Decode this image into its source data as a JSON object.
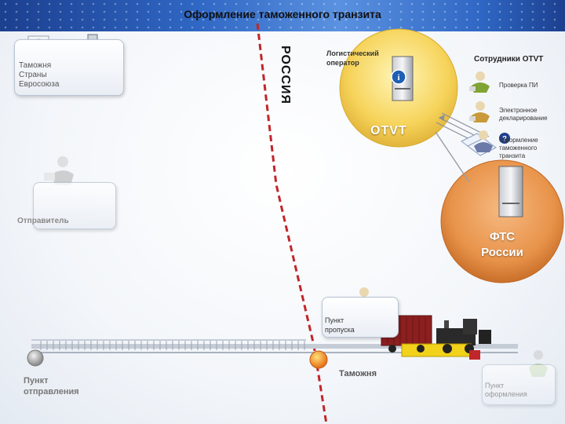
{
  "title": "Оформление таможенного транзита",
  "russia_label": "РОССИЯ",
  "eu_customs": {
    "line1": "Таможня",
    "line2": "Страны",
    "line3": "Евросоюза"
  },
  "logistics_operator": {
    "line1": "Логистический",
    "line2": "оператор"
  },
  "otvt_label": "OTVT",
  "staff": {
    "title": "Сотрудники OTVT",
    "roles": [
      {
        "label": "Проверка ПИ"
      },
      {
        "label_line1": "Электронное",
        "label_line2": "декларирование"
      },
      {
        "label_line1": "Оформление",
        "label_line2": "таможенного",
        "label_line3": "транзита"
      }
    ]
  },
  "sender_label": "Отправитель",
  "fts": {
    "line1": "ФТС",
    "line2": "России"
  },
  "checkpoint": {
    "line1": "Пункт",
    "line2": "пропуска"
  },
  "departure": {
    "line1": "Пункт",
    "line2": "отправления"
  },
  "customs_label": "Таможня",
  "clearance": {
    "line1": "Пункт",
    "line2": "оформления"
  },
  "colors": {
    "banner": "#2f67c4",
    "otvt_circle": "#f6d35a",
    "fts_circle": "#e8934a",
    "border_line": "#c0262a",
    "wagon": "#8c1f1f"
  }
}
